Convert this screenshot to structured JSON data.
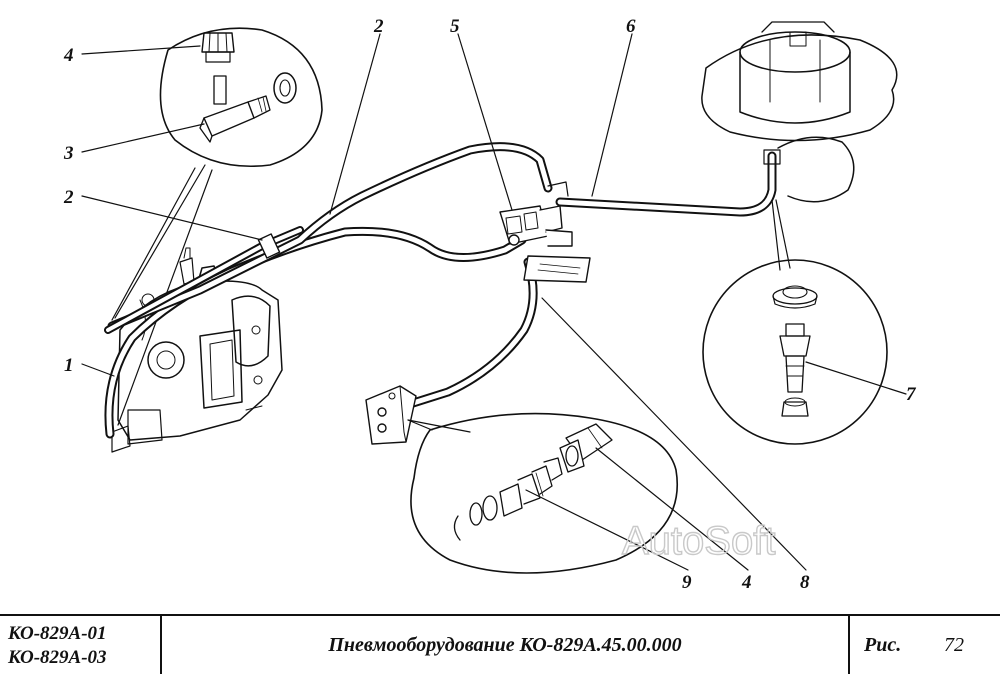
{
  "diagram": {
    "callouts": [
      {
        "id": "c-4-top",
        "text": "4"
      },
      {
        "id": "c-3",
        "text": "3"
      },
      {
        "id": "c-2-left",
        "text": "2"
      },
      {
        "id": "c-1",
        "text": "1"
      },
      {
        "id": "c-2-top",
        "text": "2"
      },
      {
        "id": "c-5",
        "text": "5"
      },
      {
        "id": "c-6",
        "text": "6"
      },
      {
        "id": "c-7",
        "text": "7"
      },
      {
        "id": "c-9",
        "text": "9"
      },
      {
        "id": "c-4-bottom",
        "text": "4"
      },
      {
        "id": "c-8",
        "text": "8"
      }
    ],
    "watermark": "AutoSoft"
  },
  "title_block": {
    "model_1": "КО-829А-01",
    "model_2": "КО-829А-03",
    "title": "Пневмооборудование КО-829А.45.00.000",
    "fig_label": "Рис.",
    "fig_number": "72"
  },
  "colors": {
    "ink": "#111111",
    "paper": "#ffffff",
    "watermark": "#c9c9c9"
  }
}
